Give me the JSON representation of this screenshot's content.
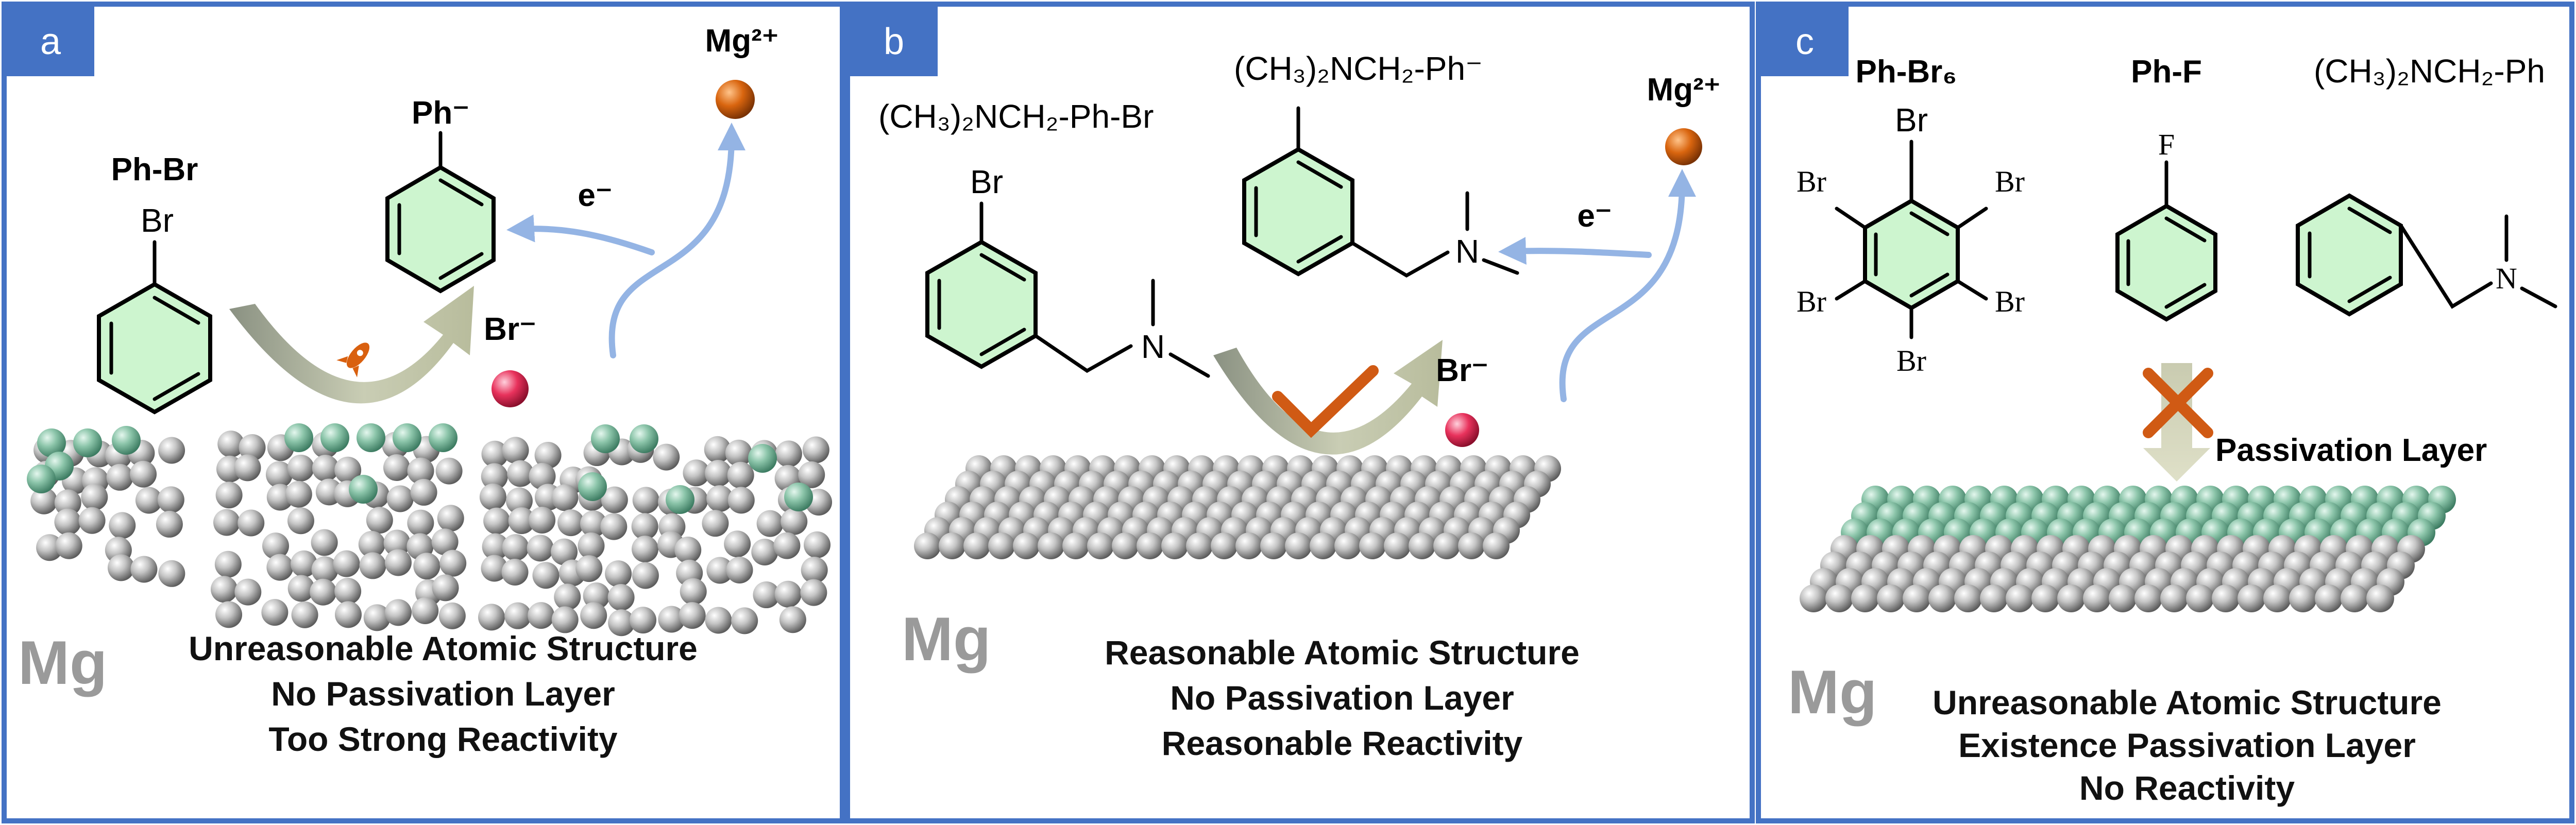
{
  "panels": [
    {
      "tag": "a",
      "species": {
        "phbr": "Ph-Br",
        "br_atom": "Br",
        "ph_anion": "Ph⁻",
        "mg_ion": "Mg²⁺",
        "electron": "e⁻",
        "br_ion": "Br⁻"
      },
      "mg_label": "Mg",
      "caption": [
        "Unreasonable Atomic Structure",
        "No Passivation Layer",
        "Too Strong Reactivity"
      ]
    },
    {
      "tag": "b",
      "species": {
        "reactant": "(CH₃)₂NCH₂-Ph-Br",
        "br_atom": "Br",
        "n_atom": "N",
        "product": "(CH₃)₂NCH₂-Ph⁻",
        "mg_ion": "Mg²⁺",
        "electron": "e⁻",
        "br_ion": "Br⁻"
      },
      "mg_label": "Mg",
      "caption": [
        "Reasonable Atomic Structure",
        "No Passivation Layer",
        "Reasonable Reactivity"
      ]
    },
    {
      "tag": "c",
      "species": {
        "phbr6": "Ph-Br₆",
        "phf": "Ph-F",
        "amine": "(CH₃)₂NCH₂-Ph",
        "br_atom": "Br",
        "f_atom": "F",
        "n_atom": "N"
      },
      "passivation_label": "Passivation Layer",
      "mg_label": "Mg",
      "caption": [
        "Unreasonable Atomic Structure",
        "Existence Passivation Layer",
        "No Reactivity"
      ]
    }
  ]
}
